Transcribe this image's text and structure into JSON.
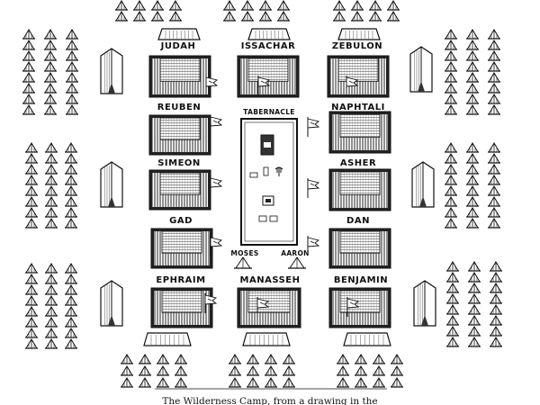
{
  "tribes": {
    "judah": "JUDAH",
    "issachar": "ISSACHAR",
    "zebulon": "ZEBULON",
    "reuben": "REUBEN",
    "naphtali": "NAPHTALI",
    "simeon": "SIMEON",
    "asher": "ASHER",
    "gad": "GAD",
    "dan": "DAN",
    "ephraim": "EPHRAIM",
    "manasseh": "MANASSEH",
    "benjamin": "BENJAMIN"
  },
  "center": {
    "tabernacle": "TABERNACLE",
    "moses": "MOSES",
    "aaron": "AARON"
  },
  "caption": "The Wilderness Camp, from a drawing in the"
}
